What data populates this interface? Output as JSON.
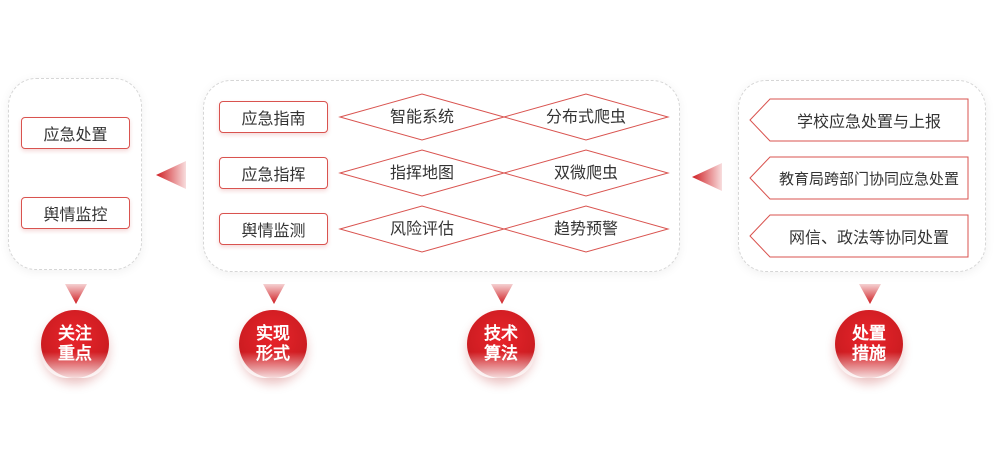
{
  "focus": {
    "items": [
      "应急处置",
      "舆情监控"
    ],
    "label_line1": "关注",
    "label_line2": "重点"
  },
  "implementation": {
    "modes": [
      "应急指南",
      "应急指挥",
      "舆情监测"
    ],
    "label_line1": "实现",
    "label_line2": "形式"
  },
  "technology": {
    "left_diamonds": [
      "智能系统",
      "指挥地图",
      "风险评估"
    ],
    "right_diamonds": [
      "分布式爬虫",
      "双微爬虫",
      "趋势预警"
    ],
    "label_line1": "技术",
    "label_line2": "算法"
  },
  "measures": {
    "items": [
      "学校应急处置与上报",
      "教育局跨部门协同应急处置",
      "网信、政法等协同处置"
    ],
    "label_line1": "处置",
    "label_line2": "措施"
  },
  "colors": {
    "accent": "#cf1d22",
    "border": "#d9534f"
  }
}
